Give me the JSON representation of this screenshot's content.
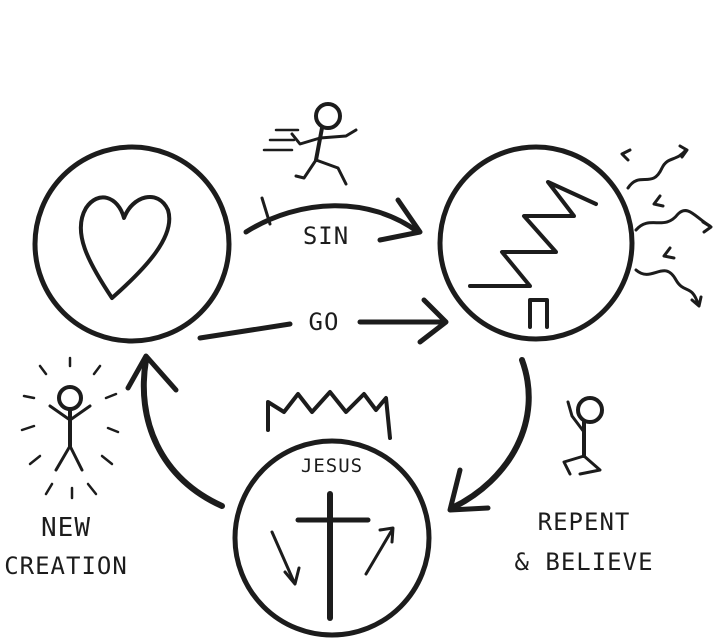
{
  "diagram": {
    "labels": {
      "sin": "SIN",
      "go": "GO",
      "jesus": "JESUS",
      "new_creation_line1": "NEW",
      "new_creation_line2": "CREATION",
      "repent_line1": "REPENT",
      "repent_line2": "& BELIEVE"
    },
    "icons": [
      "heart-icon",
      "broken-stairs-icon",
      "cross-icon",
      "crown-icon",
      "running-figure-icon",
      "kneeling-figure-icon",
      "radiant-figure-icon"
    ],
    "colors": {
      "ink": "#1c1c1c",
      "background": "#ffffff"
    }
  }
}
